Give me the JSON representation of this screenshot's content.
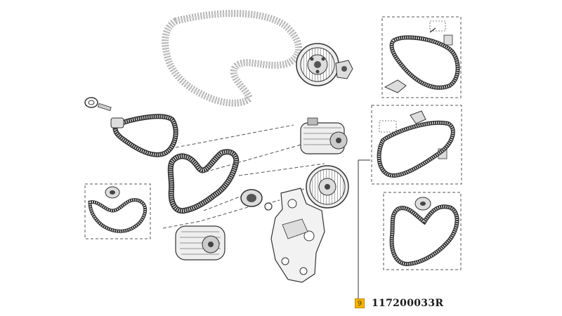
{
  "callout": {
    "number": "9",
    "part_number": "117200033R",
    "badge_color": "#f5b400"
  },
  "icons": [
    "part-diagram",
    "belt",
    "pulley",
    "tensioner",
    "alternator",
    "compressor",
    "bracket",
    "book-icon"
  ]
}
